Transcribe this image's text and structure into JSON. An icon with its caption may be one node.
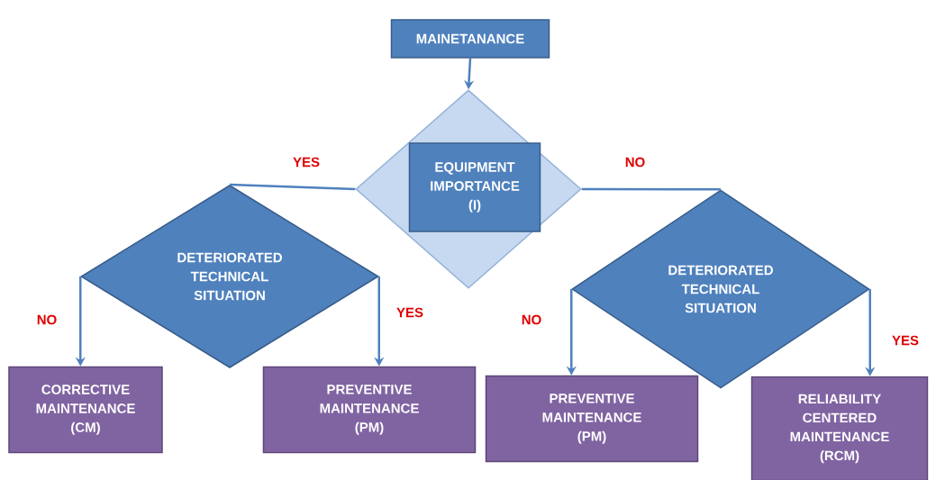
{
  "diagram": {
    "nodes": [
      {
        "text": [
          "MAINETANANCE"
        ]
      },
      {
        "text": [],
        "shape": "diamond"
      },
      {
        "text": [
          "EQUIPMENT IMPORTANCE (I)"
        ],
        "in": 1
      },
      {
        "text": [
          "DETERIORATED TECHNICAL SITUATION"
        ]
      },
      {
        "text": [
          "CORRECTIVE MAINTENANCE (CM)"
        ]
      },
      {
        "text": [
          "PREVENTIVE MAINTENANCE (PM)"
        ]
      },
      {
        "text": [
          "DETERIORATED TECHNICAL SITUATION"
        ]
      },
      {
        "text": [
          "PREVENTIVE MAINTENANCE (PM)"
        ]
      },
      {
        "text": [
          "RELIABILITY CENTERED MAINTENANCE (RCM)"
        ]
      }
    ],
    "edges": [
      {
        "from": 0,
        "to": 1,
        "arrow": "to"
      },
      {
        "from": 1,
        "to": 3,
        "arrow": "none",
        "label": "YES"
      },
      {
        "from": 1,
        "to": 6,
        "arrow": "none",
        "label": "NO"
      },
      {
        "from": 3,
        "to": 4,
        "arrow": "to",
        "label": "NO"
      },
      {
        "from": 3,
        "to": 5,
        "arrow": "to",
        "label": "YES"
      },
      {
        "from": 6,
        "to": 7,
        "arrow": "to",
        "label": "NO"
      },
      {
        "from": 6,
        "to": 8,
        "arrow": "to",
        "label": "YES"
      }
    ]
  }
}
